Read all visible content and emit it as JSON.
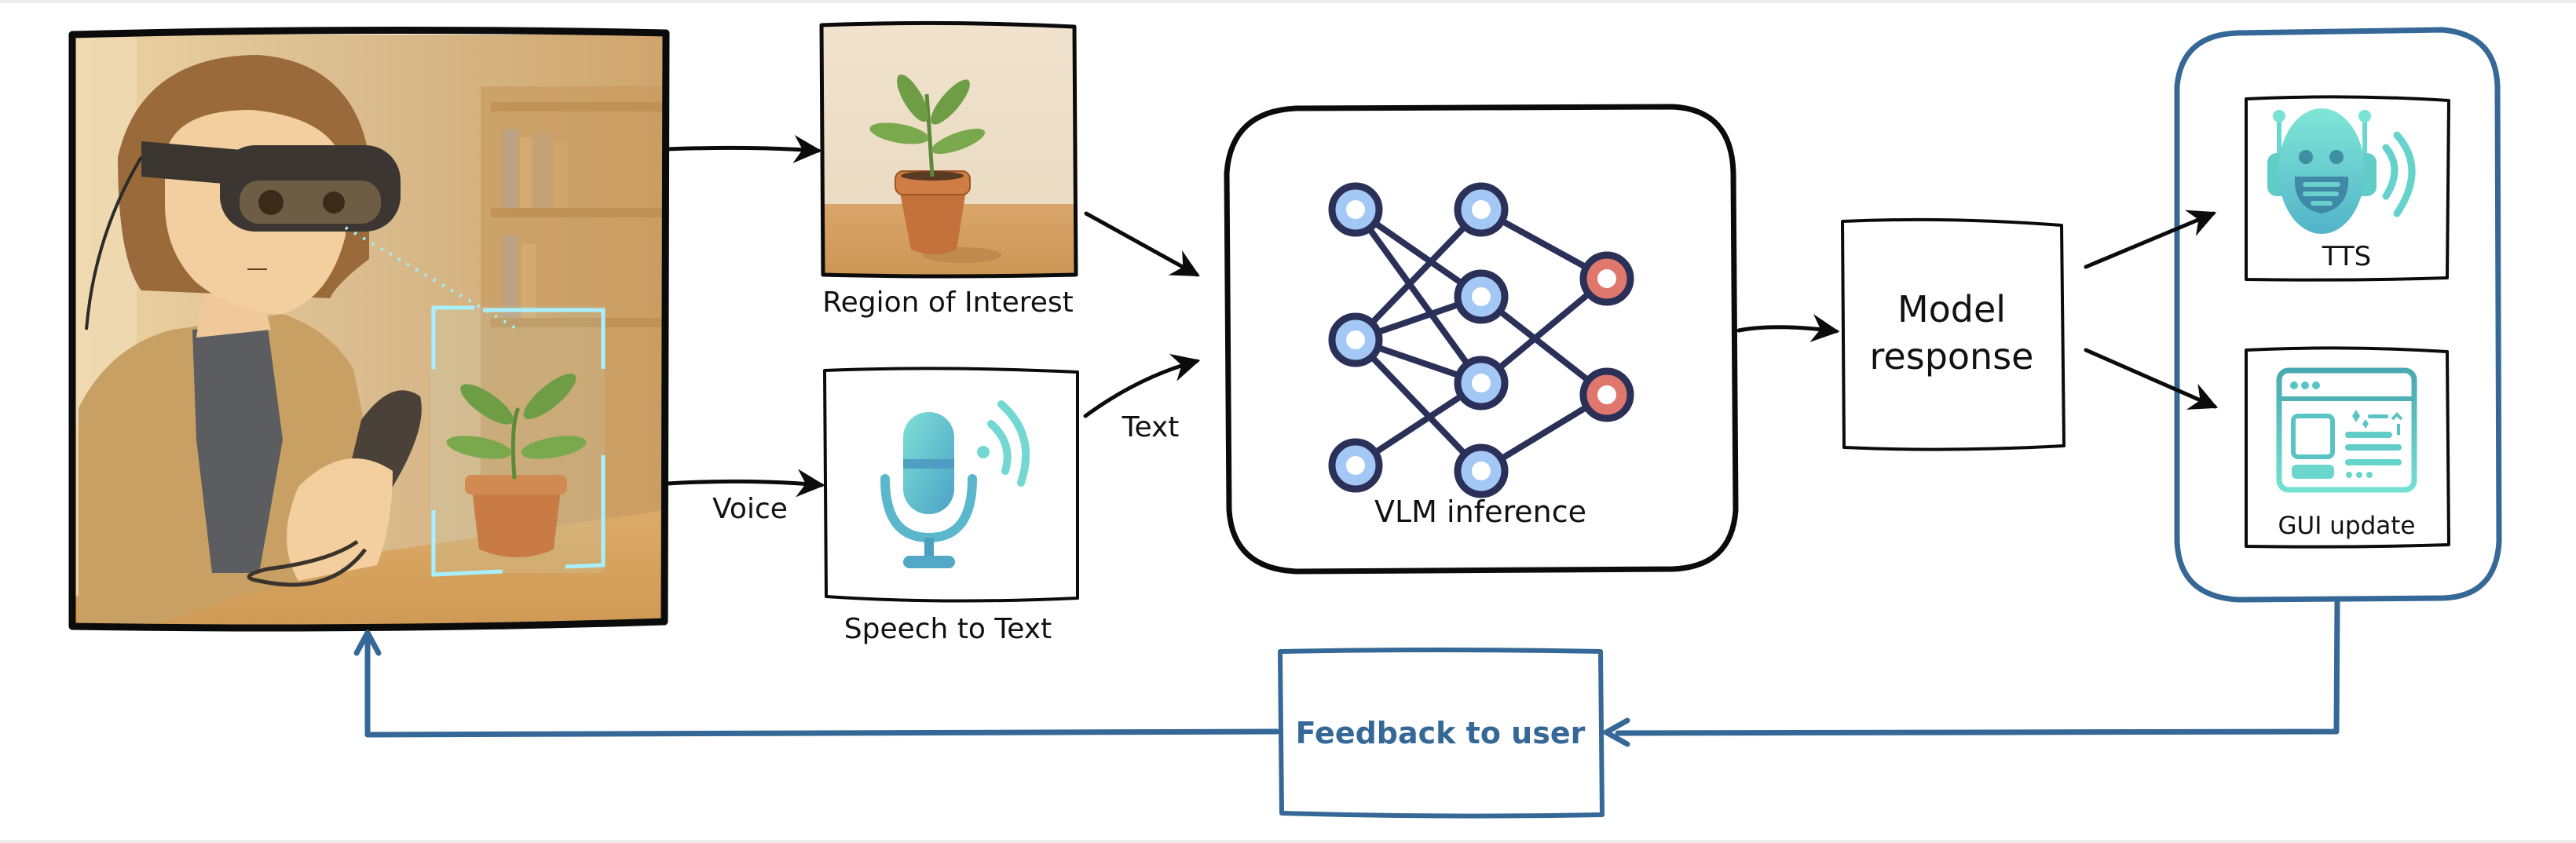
{
  "diagram": {
    "colors": {
      "ink": "#0b0b0b",
      "feedback_blue": "#356896",
      "nn_input_fill": "#a3c8f5",
      "nn_output_fill": "#e0776d",
      "nn_stroke": "#2b3058",
      "icon_teal": "#5fd0cc",
      "icon_teal_dark": "#3f8fb0"
    },
    "nodes": {
      "scene": {
        "label": "",
        "description": "User wearing mixed-reality headset holding controller, gazing at potted plant with highlighted selection frame"
      },
      "roi": {
        "label": "Region of Interest"
      },
      "stt": {
        "label": "Speech to Text"
      },
      "vlm": {
        "label": "VLM inference"
      },
      "model_response": {
        "label_line1": "Model",
        "label_line2": "response"
      },
      "tts": {
        "label": "TTS"
      },
      "gui": {
        "label": "GUI update"
      },
      "feedback": {
        "label": "Feedback to user"
      }
    },
    "edges": {
      "scene_to_roi": {
        "label": ""
      },
      "scene_to_stt": {
        "label": "Voice"
      },
      "roi_to_vlm": {
        "label": ""
      },
      "stt_to_vlm": {
        "label": "Text"
      },
      "vlm_to_response": {
        "label": ""
      },
      "response_to_tts": {
        "label": ""
      },
      "response_to_gui": {
        "label": ""
      },
      "outputs_to_feedback": {
        "label": ""
      },
      "feedback_to_scene": {
        "label": ""
      }
    },
    "neural_net": {
      "layers": [
        3,
        4,
        2
      ],
      "connections": [
        [
          0,
          0,
          1,
          1
        ],
        [
          0,
          0,
          1,
          2
        ],
        [
          0,
          1,
          1,
          0
        ],
        [
          0,
          1,
          1,
          1
        ],
        [
          0,
          1,
          1,
          2
        ],
        [
          0,
          1,
          1,
          3
        ],
        [
          0,
          2,
          1,
          2
        ],
        [
          1,
          0,
          2,
          0
        ],
        [
          1,
          1,
          2,
          1
        ],
        [
          1,
          2,
          2,
          0
        ],
        [
          1,
          3,
          2,
          1
        ]
      ]
    }
  }
}
